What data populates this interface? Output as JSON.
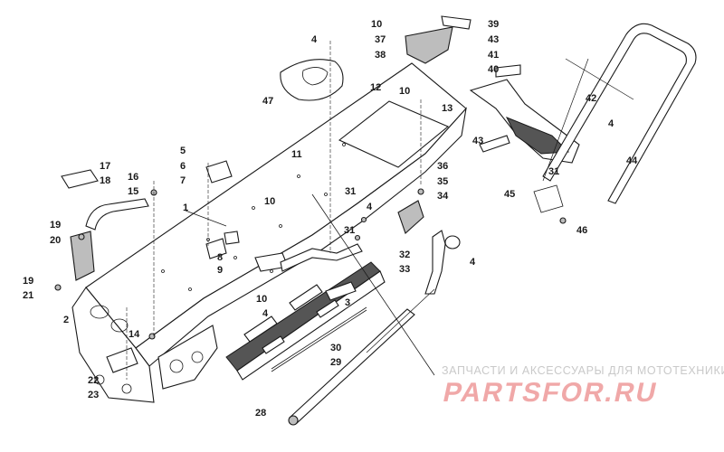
{
  "diagram": {
    "callouts": [
      "1",
      "2",
      "3",
      "4",
      "5",
      "6",
      "7",
      "8",
      "9",
      "10",
      "11",
      "12",
      "13",
      "14",
      "15",
      "16",
      "17",
      "18",
      "19",
      "20",
      "21",
      "22",
      "23",
      "28",
      "29",
      "30",
      "31",
      "32",
      "33",
      "34",
      "35",
      "36",
      "37",
      "38",
      "39",
      "40",
      "41",
      "42",
      "43",
      "44",
      "45",
      "46",
      "47"
    ]
  },
  "watermark": {
    "subtitle": "ЗАПЧАСТИ И АКСЕССУАРЫ ДЛЯ МОТОТЕХНИКИ",
    "logo": "PARTSFOR.RU"
  }
}
